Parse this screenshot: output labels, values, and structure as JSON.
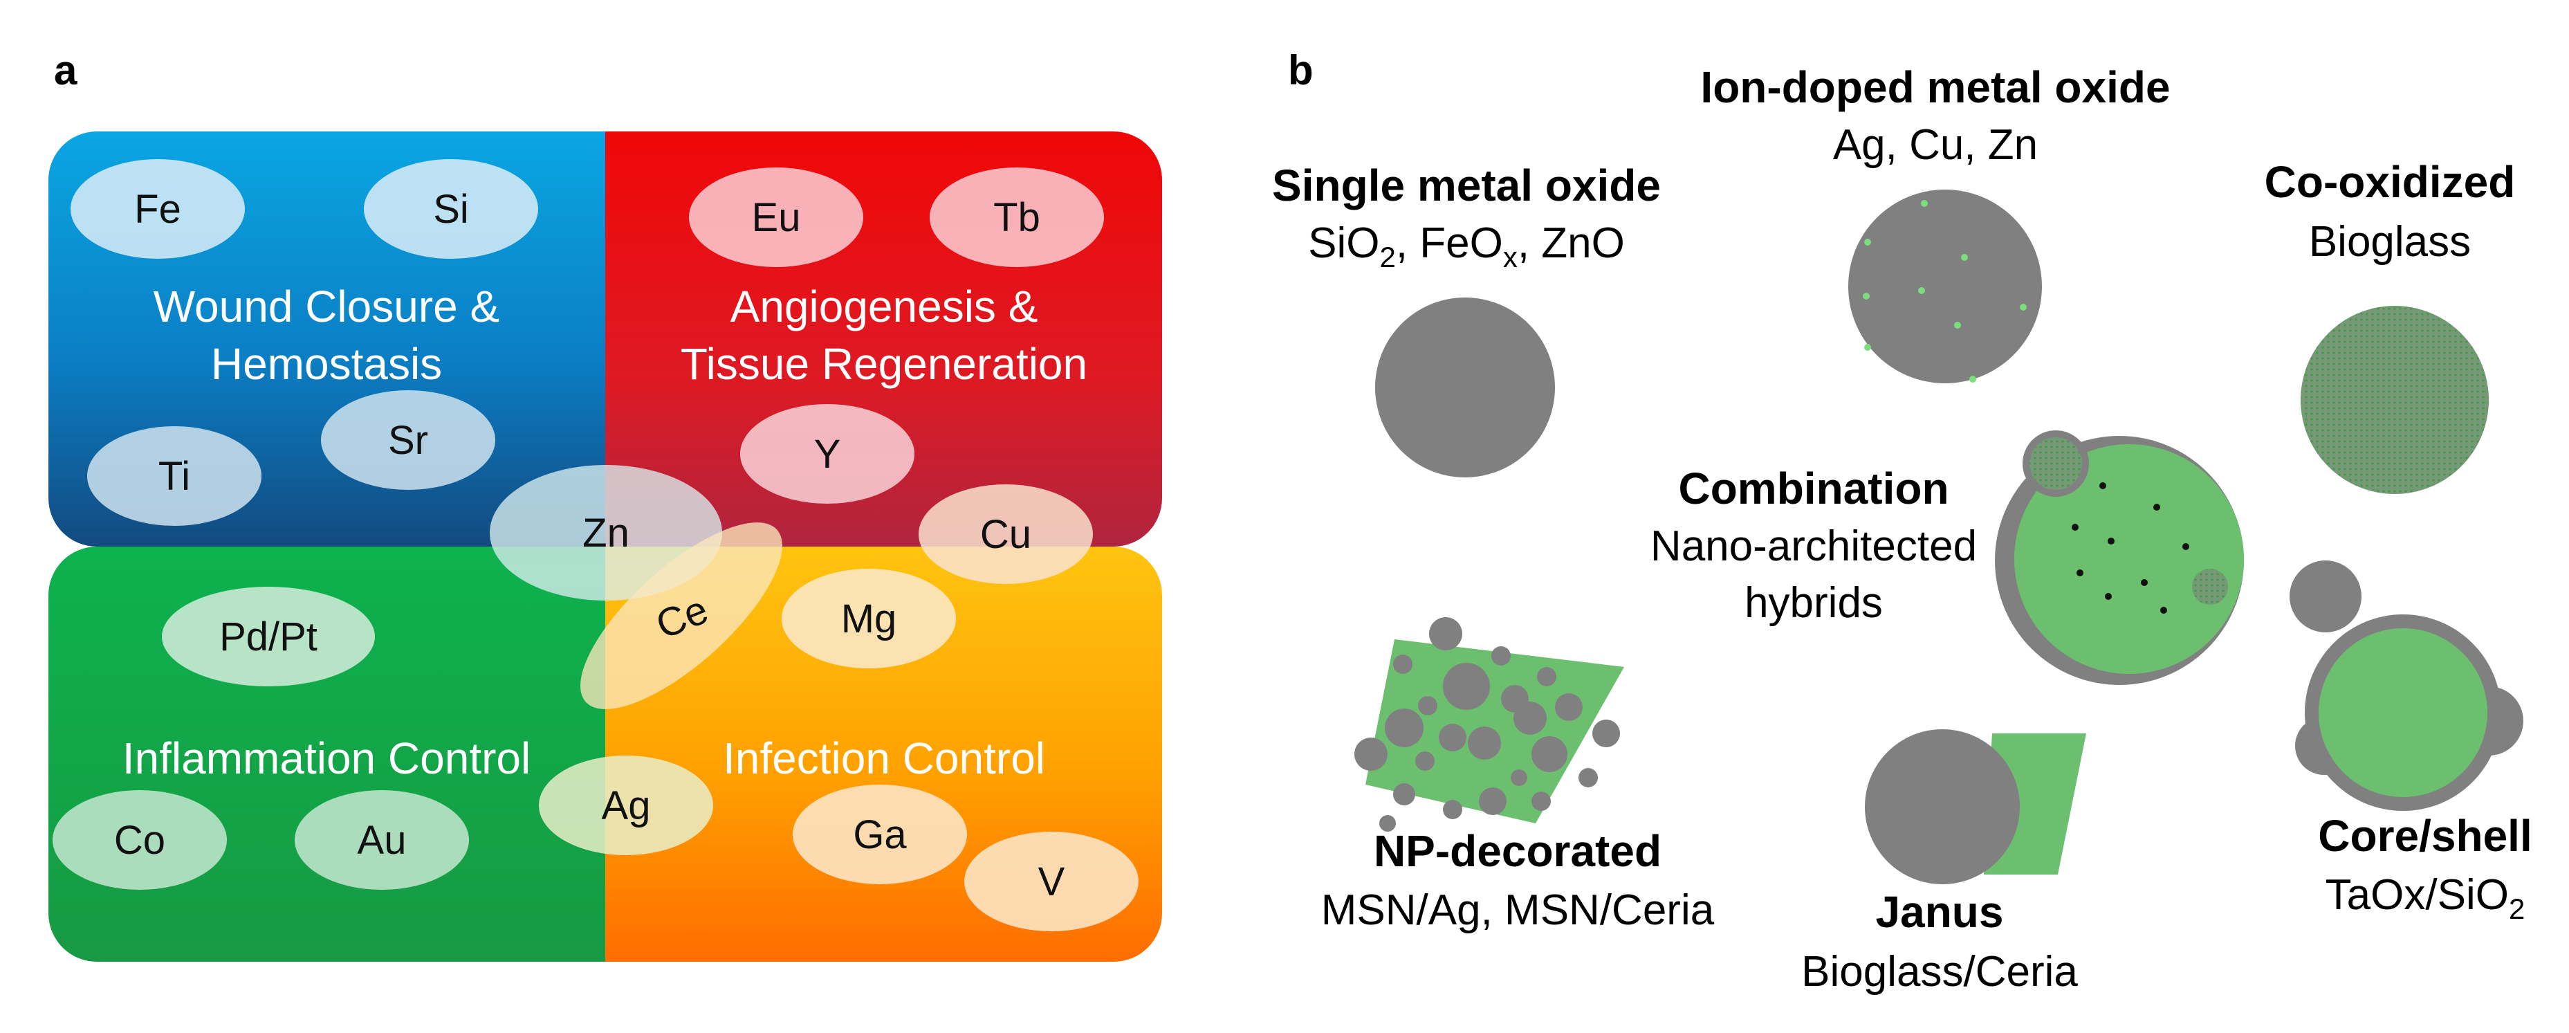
{
  "panel_a": {
    "letter": "a",
    "quadrants": [
      {
        "id": "wound",
        "lines": [
          "Wound Closure &",
          "Hemostasis"
        ],
        "color_top": "#0aa0dd",
        "color_bottom": "#0f4c85"
      },
      {
        "id": "angio",
        "lines": [
          "Angiogenesis &",
          "Tissue Regeneration"
        ],
        "color_top": "#ee0a0a",
        "color_bottom": "#b81f3a"
      },
      {
        "id": "inflam",
        "lines": [
          "Inflammation Control"
        ],
        "color": "#12a64a"
      },
      {
        "id": "infect",
        "lines": [
          "Infection Control"
        ],
        "color_top": "#ffc20e",
        "color_bottom": "#ff7a00"
      }
    ],
    "elements": [
      "Fe",
      "Si",
      "Ti",
      "Sr",
      "Eu",
      "Tb",
      "Y",
      "Zn",
      "Cu",
      "Ce",
      "Mg",
      "Pd/Pt",
      "Co",
      "Au",
      "Ag",
      "Ga",
      "V"
    ]
  },
  "panel_b": {
    "letter": "b",
    "categories": {
      "single": {
        "title": "Single metal oxide",
        "subtitle_parts": [
          "SiO",
          "2",
          ", FeO",
          "x",
          ", ZnO"
        ]
      },
      "iondoped": {
        "title": "Ion-doped metal oxide",
        "subtitle": "Ag, Cu, Zn"
      },
      "cooxidized": {
        "title": "Co-oxidized",
        "subtitle": "Bioglass"
      },
      "combination": {
        "title": "Combination",
        "subtitle_lines": [
          "Nano-architected",
          "hybrids"
        ]
      },
      "npdecorated": {
        "title": "NP-decorated",
        "subtitle": "MSN/Ag, MSN/Ceria"
      },
      "janus": {
        "title": "Janus",
        "subtitle": "Bioglass/Ceria"
      },
      "coreshell": {
        "title": "Core/shell",
        "subtitle_parts": [
          "TaOx/SiO",
          "2"
        ]
      }
    },
    "colors": {
      "particle_gray": "#808080",
      "green": "#6cbf6f",
      "dark_green": "#5aa55d"
    }
  }
}
